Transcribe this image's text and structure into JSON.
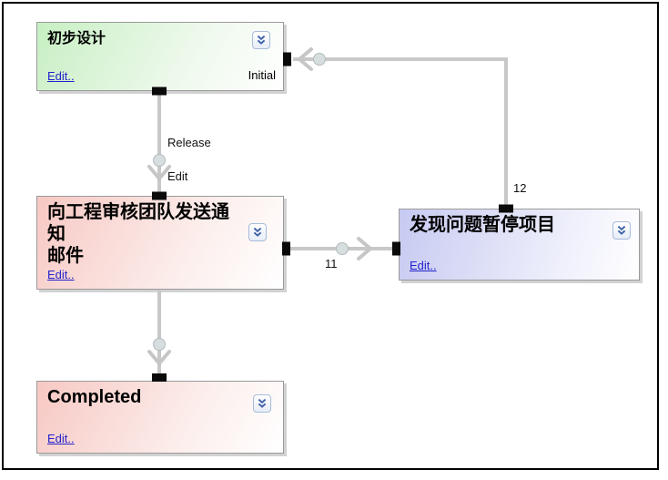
{
  "canvas": {
    "background_color": "#ffffff",
    "border_color": "#000000"
  },
  "colors": {
    "connector_gray": "#c8c8c8",
    "handle_black": "#000000",
    "link_blue": "#2222cc",
    "node_green": "#c7efc3",
    "node_pink": "#f7c8c3",
    "node_lavender": "#c7caf1",
    "collapse_icon_blue": "#3f62a8"
  },
  "icons": {
    "collapse": "double-chevron-down-icon"
  },
  "nodes": [
    {
      "title": "初步设计",
      "edit_link": "Edit..",
      "status_label": "Initial"
    },
    {
      "title": "向工程审核团队发送通知\n邮件",
      "edit_link": "Edit.."
    },
    {
      "title": "发现问题暂停项目",
      "edit_link": "Edit.."
    },
    {
      "title": "Completed",
      "edit_link": "Edit.."
    }
  ],
  "connectors": [
    {
      "from": "初步设计",
      "to": "向工程审核团队发送通知邮件",
      "labels": [
        "Release",
        "Edit"
      ]
    },
    {
      "from": "向工程审核团队发送通知邮件",
      "to": "发现问题暂停项目",
      "labels": [
        "11"
      ]
    },
    {
      "from": "发现问题暂停项目",
      "to": "初步设计",
      "labels": [
        "12"
      ]
    },
    {
      "from": "向工程审核团队发送通知邮件",
      "to": "Completed",
      "labels": []
    }
  ]
}
